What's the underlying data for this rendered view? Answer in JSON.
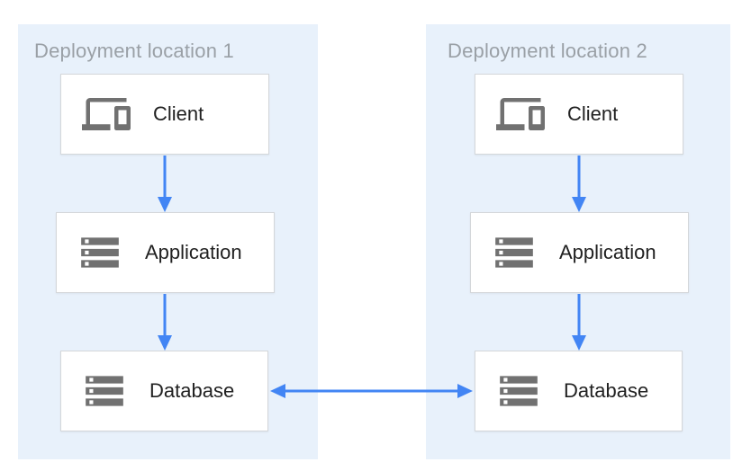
{
  "diagram": {
    "groups": [
      {
        "title": "Deployment location 1",
        "nodes": [
          {
            "label": "Client",
            "icon": "devices-icon"
          },
          {
            "label": "Application",
            "icon": "storage-icon"
          },
          {
            "label": "Database",
            "icon": "storage-icon"
          }
        ]
      },
      {
        "title": "Deployment location 2",
        "nodes": [
          {
            "label": "Client",
            "icon": "devices-icon"
          },
          {
            "label": "Application",
            "icon": "storage-icon"
          },
          {
            "label": "Database",
            "icon": "storage-icon"
          }
        ]
      }
    ],
    "edges": [
      {
        "from": "Client (location 1)",
        "to": "Application (location 1)",
        "direction": "down"
      },
      {
        "from": "Application (location 1)",
        "to": "Database (location 1)",
        "direction": "down"
      },
      {
        "from": "Client (location 2)",
        "to": "Application (location 2)",
        "direction": "down"
      },
      {
        "from": "Application (location 2)",
        "to": "Database (location 2)",
        "direction": "down"
      },
      {
        "from": "Database (location 1)",
        "to": "Database (location 2)",
        "direction": "bidirectional"
      }
    ],
    "colors": {
      "group_fill": "#e8f1fb",
      "node_fill": "#ffffff",
      "node_border": "#d4d7da",
      "title_text": "#9aa0a6",
      "label_text": "#212121",
      "icon": "#717171",
      "arrow": "#4285f4"
    }
  }
}
